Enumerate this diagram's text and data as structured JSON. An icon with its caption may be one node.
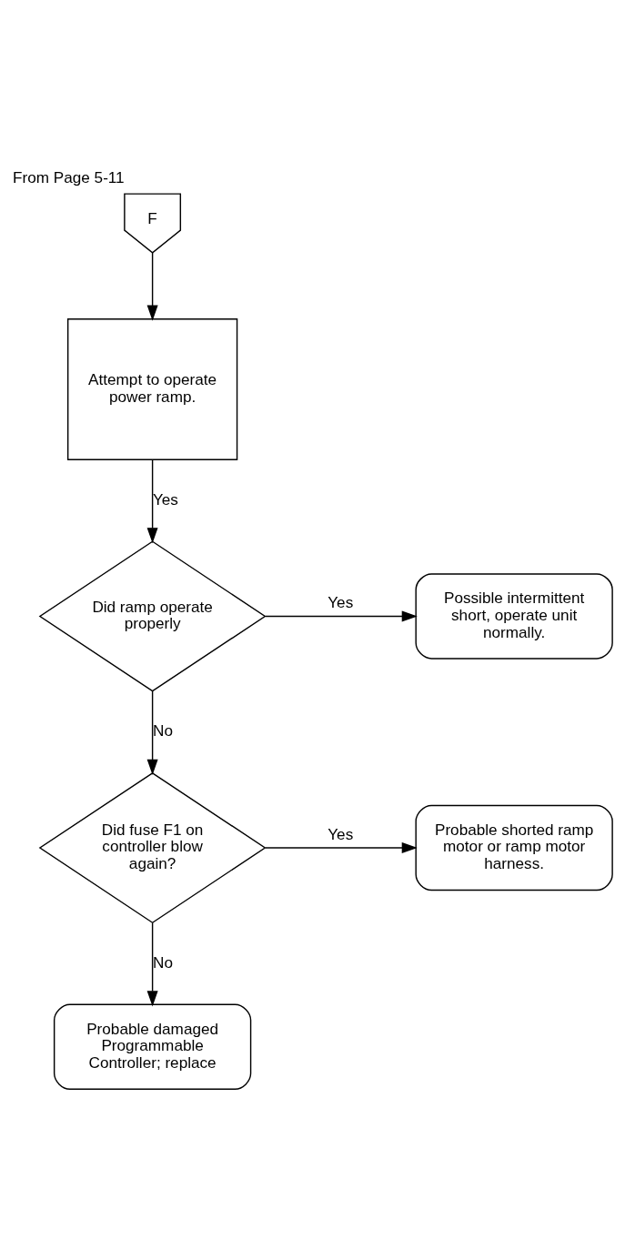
{
  "diagram": {
    "nodes": [
      {
        "text": [
          "F"
        ],
        "beside": [
          "From Page 5-11"
        ]
      },
      {
        "text": [
          "Attempt to operate power ramp."
        ]
      },
      {
        "text": [
          "Did ramp operate properly"
        ]
      },
      {
        "text": [
          "Possible intermittent short, operate unit normally."
        ]
      },
      {
        "text": [
          "Did fuse F1 on controller blow again?"
        ]
      },
      {
        "text": [
          "Probable shorted ramp motor or ramp motor harness."
        ]
      },
      {
        "text": [
          "Probable damaged Programmable Controller; replace"
        ]
      }
    ],
    "edges": [
      {
        "from": 0,
        "to": 1,
        "arrow": "to"
      },
      {
        "from": 1,
        "to": 2,
        "arrow": "to",
        "label": "Yes"
      },
      {
        "from": 2,
        "to": 3,
        "arrow": "to",
        "label": "Yes"
      },
      {
        "from": 2,
        "to": 4,
        "arrow": "to",
        "label": "No"
      },
      {
        "from": 4,
        "to": 5,
        "arrow": "to",
        "label": "Yes"
      },
      {
        "from": 4,
        "to": 6,
        "arrow": "to",
        "label": "No"
      }
    ]
  }
}
